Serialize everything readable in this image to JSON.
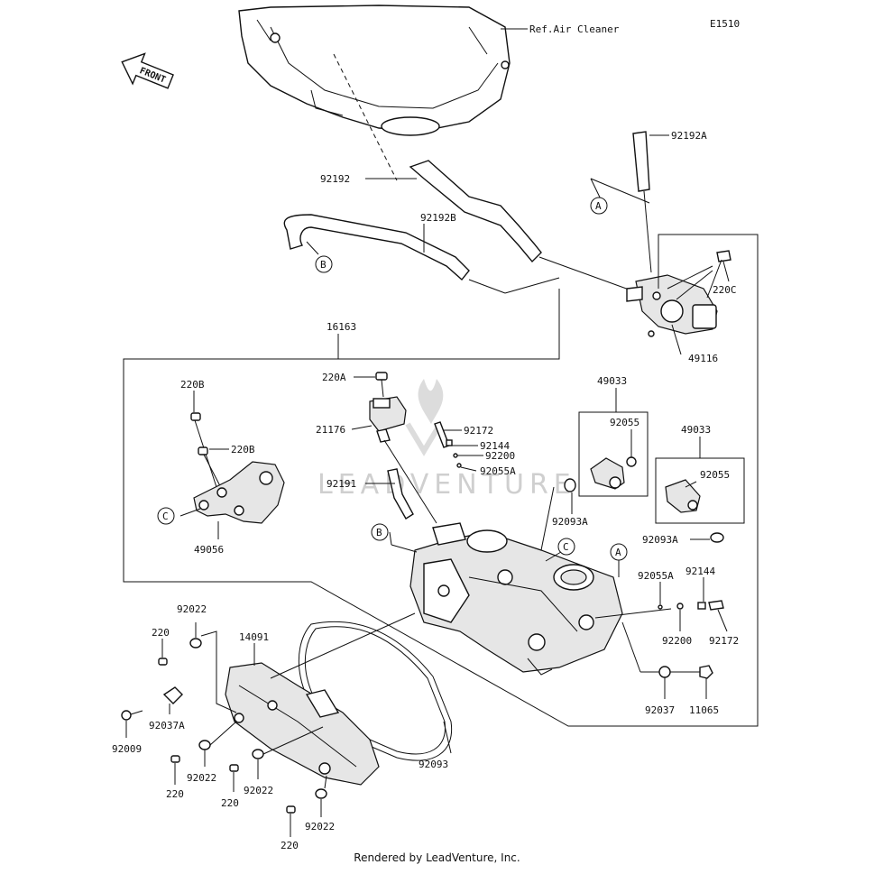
{
  "diagram": {
    "code": "E1510",
    "front_label": "FRONT",
    "ref_label": "Ref.Air Cleaner",
    "watermark": "LEADVENTURE",
    "footer": "Rendered by LeadVenture, Inc.",
    "callouts": {
      "a": "A",
      "b": "B",
      "c": "C"
    },
    "parts": {
      "p92192A": "92192A",
      "p92192": "92192",
      "p92192B": "92192B",
      "p220C": "220C",
      "p49116": "49116",
      "p16163": "16163",
      "p220A": "220A",
      "p220B_1": "220B",
      "p220B_2": "220B",
      "p21176": "21176",
      "p92172_1": "92172",
      "p92144_1": "92144",
      "p92200_1": "92200",
      "p92055A_1": "92055A",
      "p92191": "92191",
      "p49033_1": "49033",
      "p92055_1": "92055",
      "p49033_2": "49033",
      "p92055_2": "92055",
      "p92093A_1": "92093A",
      "p92093A_2": "92093A",
      "p49056": "49056",
      "p92055A_2": "92055A",
      "p92144_2": "92144",
      "p92200_2": "92200",
      "p92172_2": "92172",
      "p92037": "92037",
      "p11065": "11065",
      "p92022_1": "92022",
      "p220_1": "220",
      "p14091": "14091",
      "p92037A": "92037A",
      "p92009": "92009",
      "p92022_2": "92022",
      "p220_2": "220",
      "p220_3": "220",
      "p92022_3": "92022",
      "p92093": "92093",
      "p92022_4": "92022",
      "p220_4": "220"
    }
  }
}
